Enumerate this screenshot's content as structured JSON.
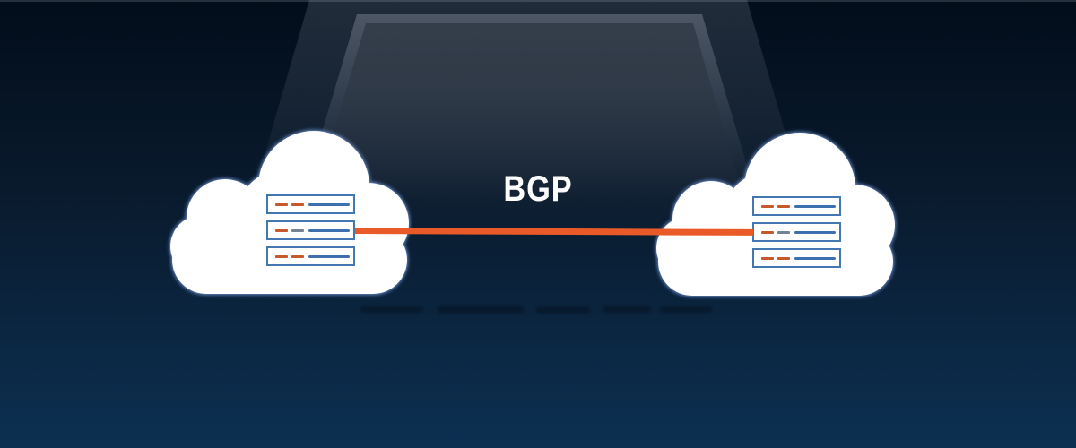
{
  "link": {
    "label": "BGP"
  },
  "clouds": {
    "left": {
      "name": "cloud-network-left",
      "server_rows": [
        {
          "leds": [
            "orange",
            "orange"
          ]
        },
        {
          "leds": [
            "orange",
            "gray"
          ]
        },
        {
          "leds": [
            "orange",
            "orange"
          ]
        }
      ]
    },
    "right": {
      "name": "cloud-network-right",
      "server_rows": [
        {
          "leds": [
            "orange",
            "orange"
          ]
        },
        {
          "leds": [
            "orange",
            "gray"
          ]
        },
        {
          "leds": [
            "orange",
            "orange"
          ]
        }
      ]
    }
  },
  "colors": {
    "bg_top": "#020d1a",
    "bg_mid": "#0a1c30",
    "bg_bottom": "#0c3052",
    "beam": "#353f4c",
    "cloud_fill": "#ffffff",
    "cloud_glow": "#7da0dc",
    "server_border": "#4377b0",
    "led_orange": "#c7582d",
    "led_gray": "#75828f",
    "data_blue": "#3e6fae",
    "link_orange": "#e95a28",
    "label": "#ffffff"
  }
}
